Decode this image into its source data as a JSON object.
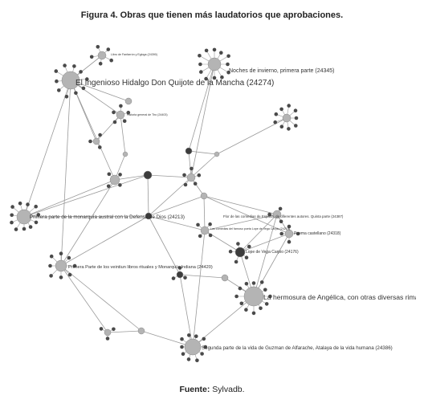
{
  "figure": {
    "title": "Figura 4. Obras que tienen más laudatorios que aprobaciones.",
    "source_label": "Fuente:",
    "source_value": "Sylvadb."
  },
  "network": {
    "node_color": "#4a4a4a",
    "hub_color": "#b4b4b4",
    "edge_color": "#9a9a9a",
    "readable_labels": [
      "El Ingenioso Hidalgo Don Quijote de la Mancha (24274)",
      "Noches de invierno, primera parte (24345)",
      "Primera parte de la monarquía austral con la Defensa de Dios (24213)",
      "Primera Parte de los veintiun libros rituales y Monarquía Indiana (24420)",
      "La hermosura de Angélica, con otras diversas rimas",
      "Segunda parte de la vida de Guzman de Alfarache, Atalaya de la vida humana (24386)",
      "Lope de Vega Carpio (24176)",
      "Poema castellano (24318)",
      "Flor de las comedias de España, de diferentes autores. Quinta parte (24387)",
      "Las comedias del famoso poeta Lope de Vega Carpio (24219)",
      "Historia general de Tiro (24403)",
      "Libro de Fanfarrón y Egloga (24390)"
    ]
  }
}
